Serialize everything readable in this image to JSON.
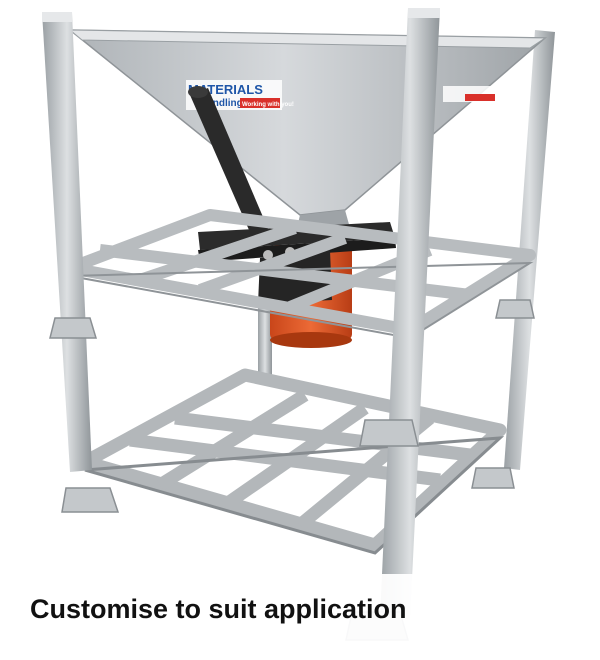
{
  "caption": {
    "text": "Customise to suit application"
  },
  "logo": {
    "brand": "MATERIALS",
    "sub": "Handling",
    "tagline": "Working with you!"
  },
  "colors": {
    "steel_light": "#cfd3d6",
    "steel_mid": "#a9aeb2",
    "steel_dark": "#7d8286",
    "hopper": "#bfc3c6",
    "handle": "#2a2a2a",
    "valve_orange": "#e0501f",
    "logo_blue": "#1f56a8",
    "logo_red": "#d9302a"
  }
}
